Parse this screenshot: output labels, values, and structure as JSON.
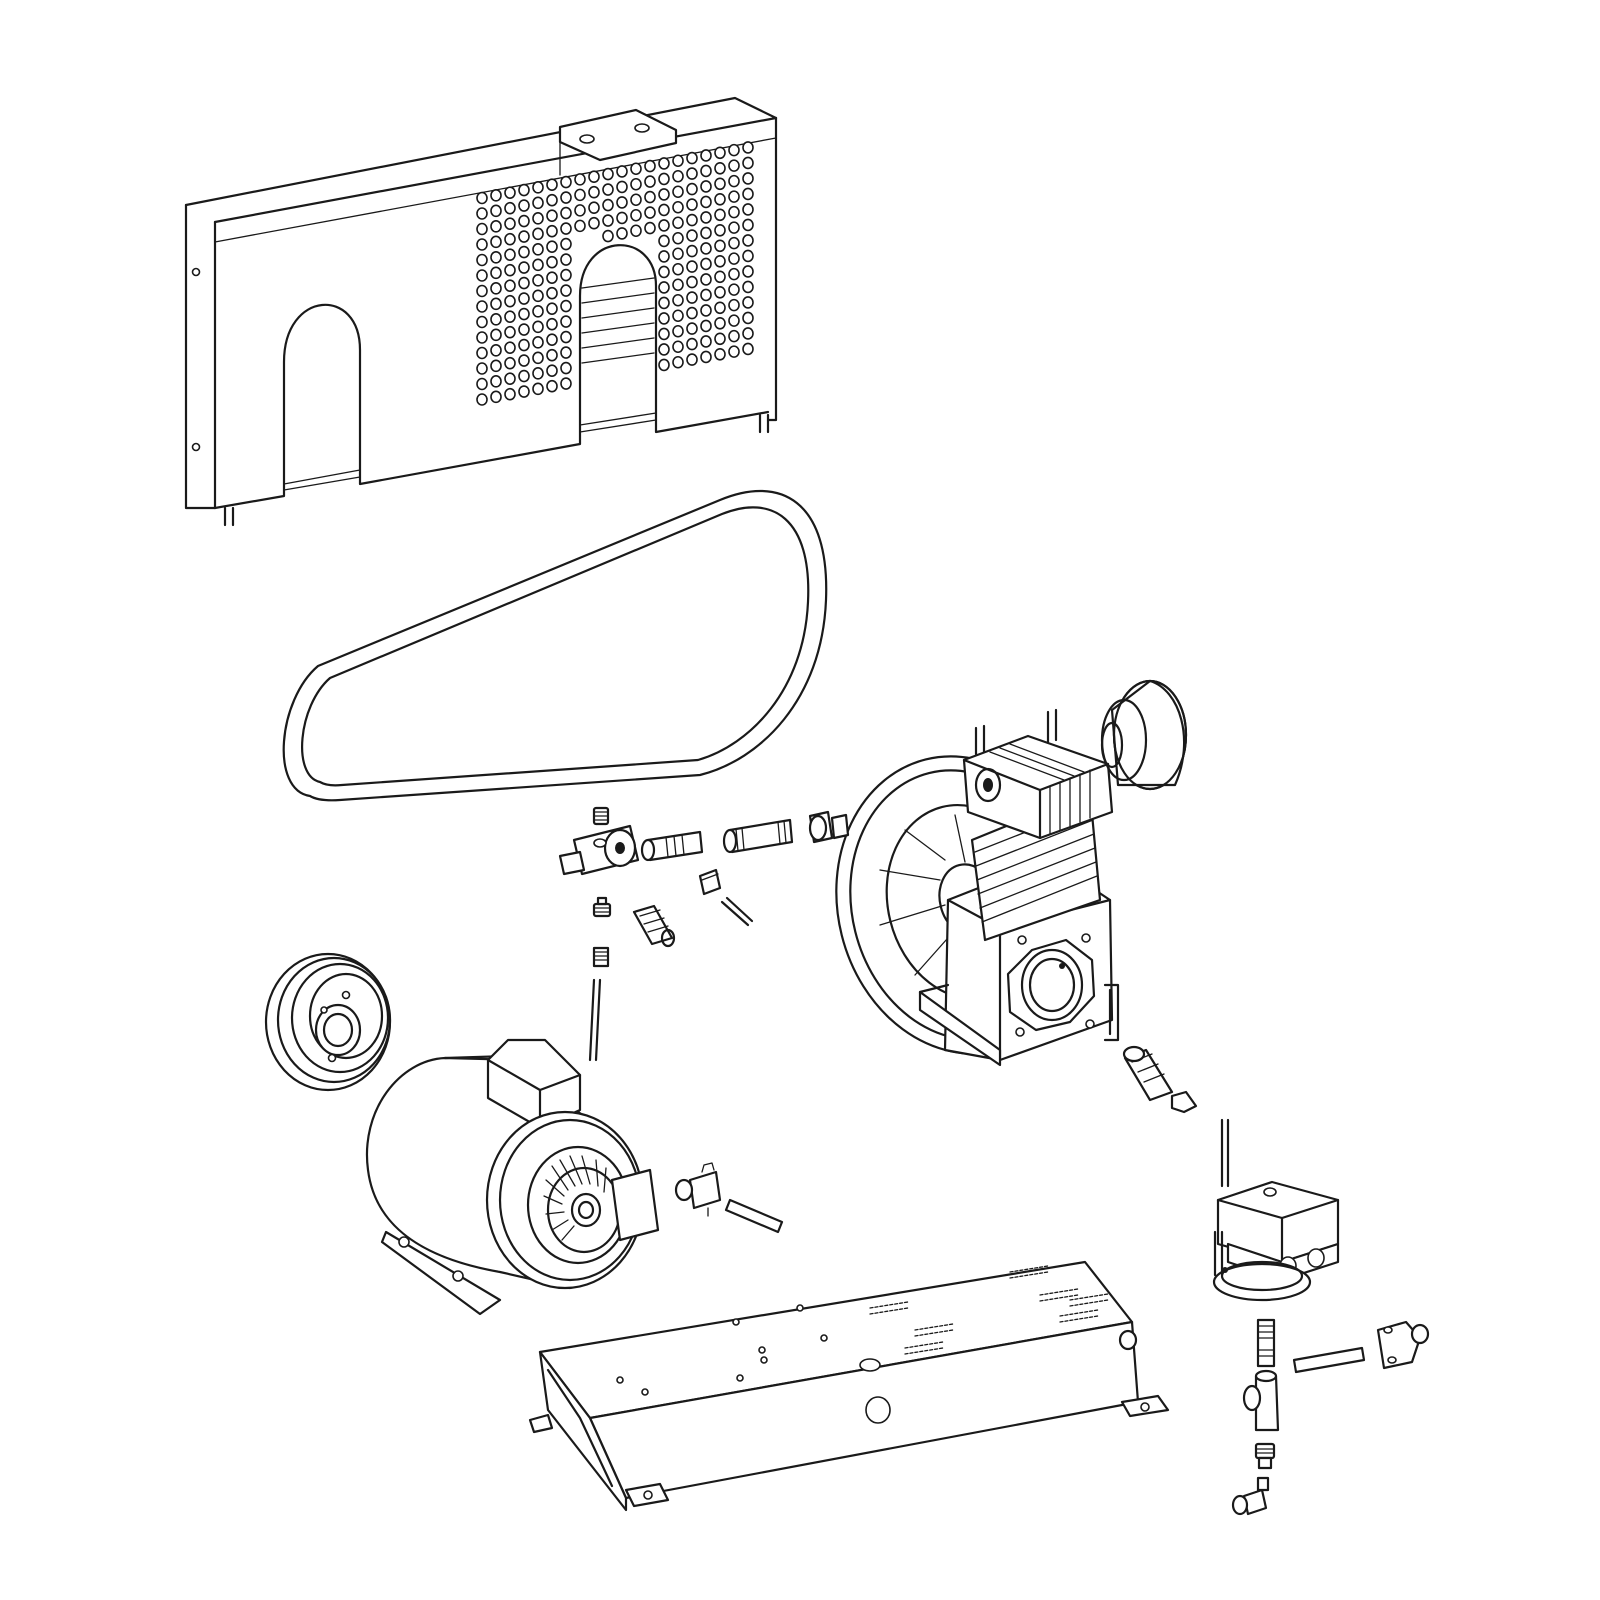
{
  "diagram": {
    "type": "exploded-parts-view",
    "line_color": "#1a1a1a",
    "background": "#ffffff",
    "parts": [
      {
        "id": "belt-guard",
        "icon": "perforated-belt-guard"
      },
      {
        "id": "drive-belt",
        "icon": "v-belt"
      },
      {
        "id": "compressor-pump",
        "icon": "air-compressor-pump-with-flywheel"
      },
      {
        "id": "motor-pulley",
        "icon": "pulley"
      },
      {
        "id": "electric-motor",
        "icon": "electric-motor"
      },
      {
        "id": "base-plate",
        "icon": "mounting-base"
      },
      {
        "id": "pressure-switch",
        "icon": "pressure-switch"
      },
      {
        "id": "discharge-fittings",
        "icon": "pipe-fittings"
      },
      {
        "id": "drain-fittings",
        "icon": "pipe-fittings"
      }
    ]
  }
}
